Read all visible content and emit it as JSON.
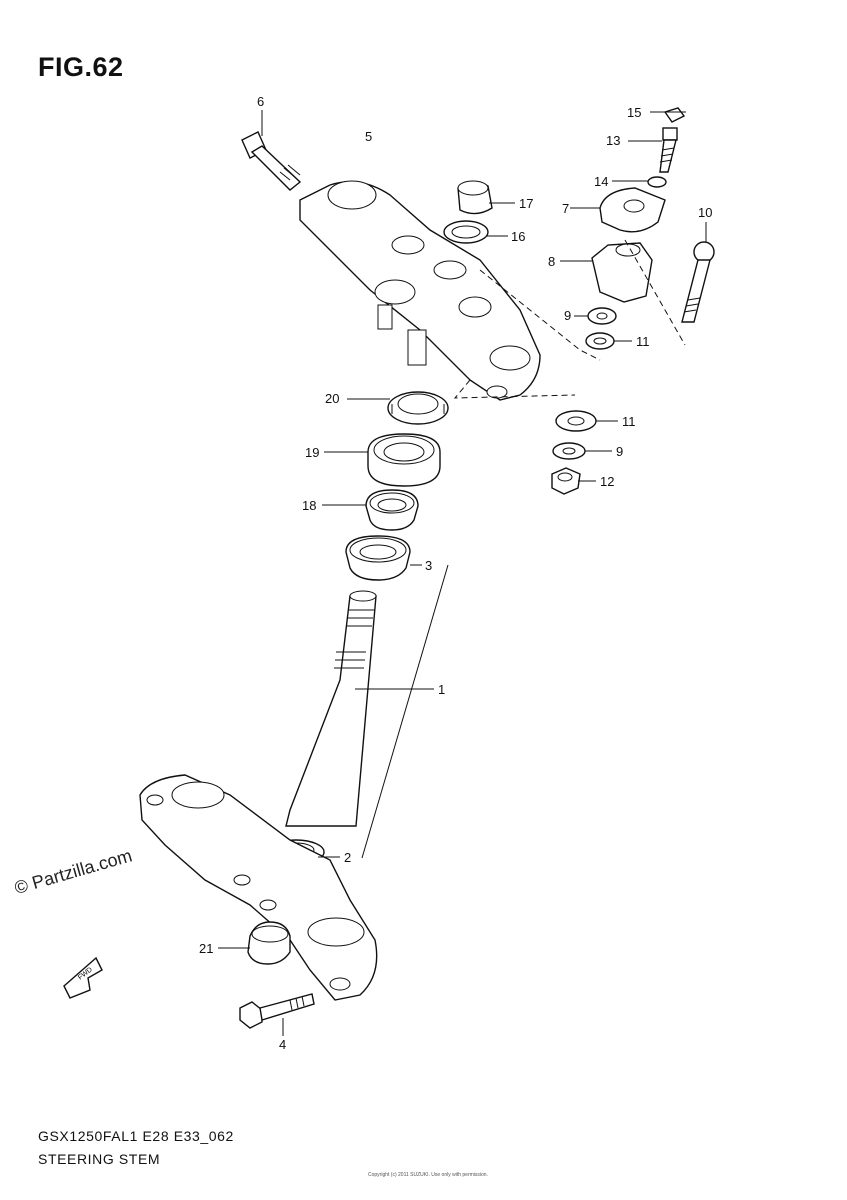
{
  "figure_title": "FIG.62",
  "watermark": "© Partzilla.com",
  "footer": {
    "model_code": "GSX1250FAL1 E28 E33_062",
    "section_name": "STEERING STEM",
    "fine_print": "Copyright (c) 2011 SUZUKI. Use only with permission."
  },
  "fwd_label": "FWD",
  "callouts": [
    {
      "id": "c1",
      "label": "1"
    },
    {
      "id": "c2",
      "label": "2"
    },
    {
      "id": "c3",
      "label": "3"
    },
    {
      "id": "c4",
      "label": "4"
    },
    {
      "id": "c5",
      "label": "5"
    },
    {
      "id": "c6",
      "label": "6"
    },
    {
      "id": "c7",
      "label": "7"
    },
    {
      "id": "c8",
      "label": "8"
    },
    {
      "id": "c9a",
      "label": "9"
    },
    {
      "id": "c9b",
      "label": "9"
    },
    {
      "id": "c10",
      "label": "10"
    },
    {
      "id": "c11a",
      "label": "11"
    },
    {
      "id": "c11b",
      "label": "11"
    },
    {
      "id": "c12",
      "label": "12"
    },
    {
      "id": "c13",
      "label": "13"
    },
    {
      "id": "c14",
      "label": "14"
    },
    {
      "id": "c15",
      "label": "15"
    },
    {
      "id": "c16",
      "label": "16"
    },
    {
      "id": "c17",
      "label": "17"
    },
    {
      "id": "c18",
      "label": "18"
    },
    {
      "id": "c19",
      "label": "19"
    },
    {
      "id": "c20",
      "label": "20"
    },
    {
      "id": "c21",
      "label": "21"
    }
  ]
}
